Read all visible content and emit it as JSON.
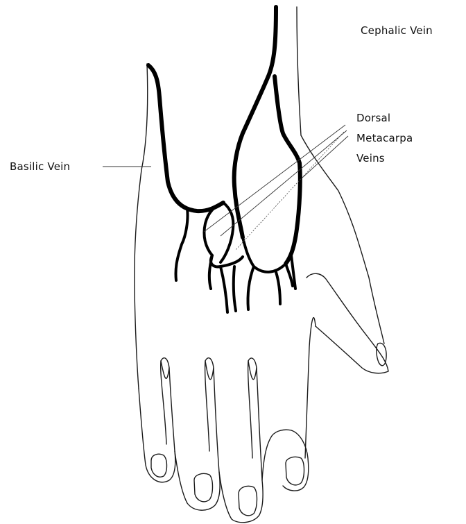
{
  "labels": {
    "cephalic": "Cephalic Vein",
    "dorsal_line1": "Dorsal",
    "dorsal_line2": "Metacarpa",
    "dorsal_line3": "Veins",
    "basilic": "Basilic Vein"
  },
  "colors": {
    "vein": "#000000",
    "outline": "#1a1a1a",
    "background": "#ffffff"
  }
}
